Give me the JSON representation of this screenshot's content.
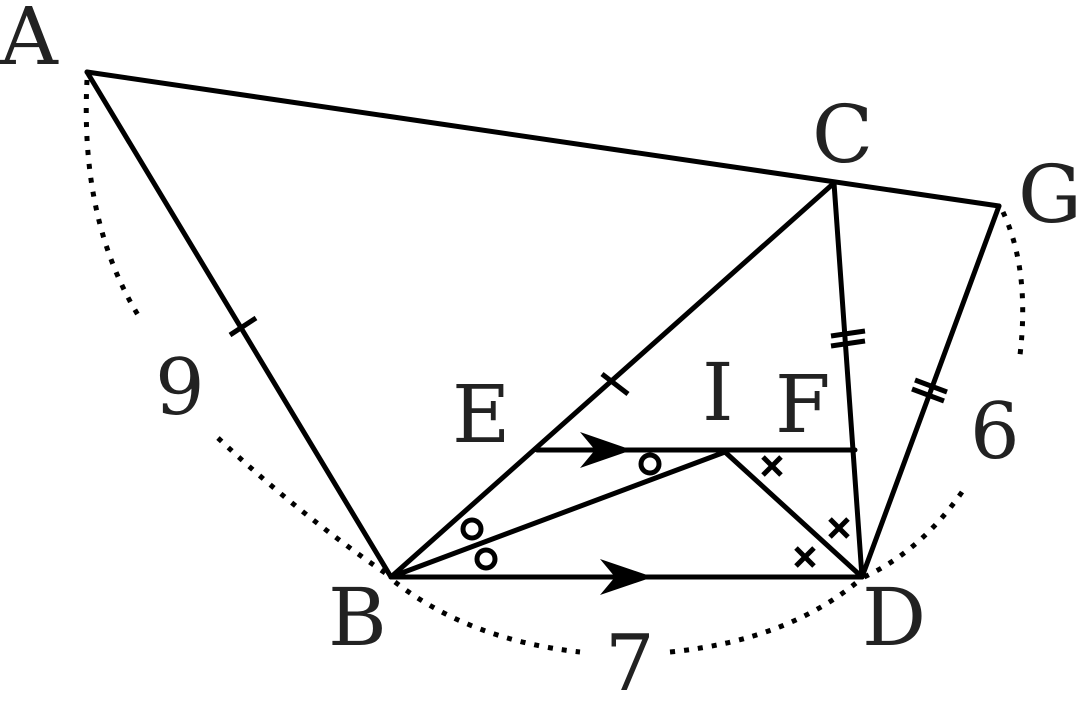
{
  "diagram": {
    "points": {
      "A": "A",
      "B": "B",
      "C": "C",
      "D": "D",
      "E": "E",
      "F": "F",
      "G": "G",
      "I": "I"
    },
    "lengths": {
      "AB": "9",
      "BD": "7",
      "DG": "6"
    },
    "colors": {
      "stroke": "#000000",
      "text": "#222222",
      "background": "#ffffff"
    }
  }
}
